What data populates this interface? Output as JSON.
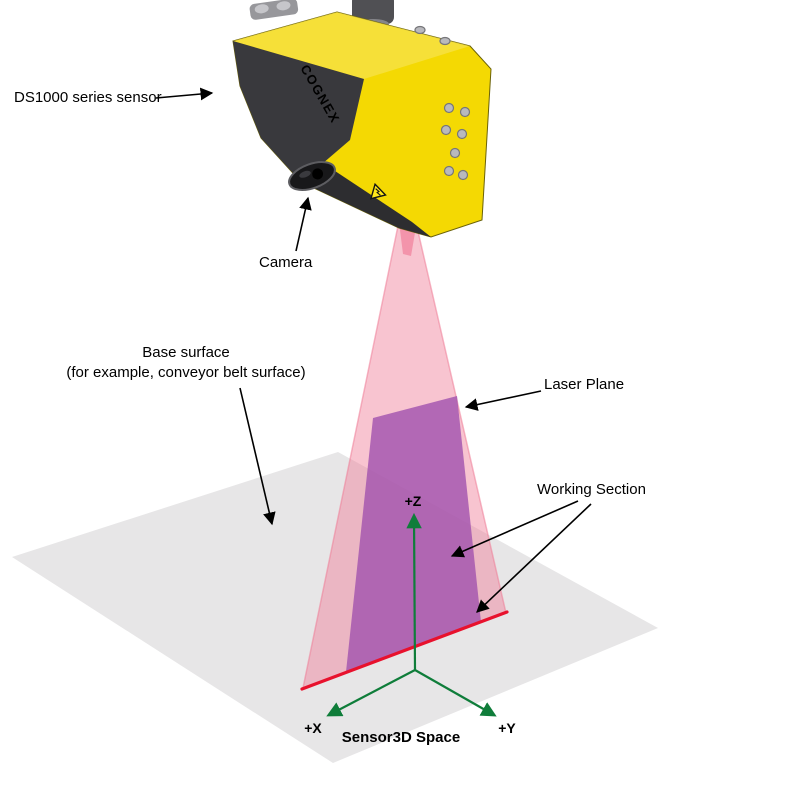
{
  "diagram": {
    "type": "sensor-laser-3d-diagram",
    "brand": "COGNEX",
    "labels": {
      "sensor": "DS1000 series sensor",
      "camera": "Camera",
      "base_surface_line1": "Base surface",
      "base_surface_line2": "(for example, conveyor belt surface)",
      "laser_plane": "Laser Plane",
      "working_section": "Working Section"
    },
    "axes": {
      "z": "+Z",
      "x": "+X",
      "y": "+Y",
      "space": "Sensor3D Space"
    },
    "colors": {
      "sensor_yellow": "#f4d903",
      "sensor_top_highlight": "#f8e354",
      "sensor_dark": "#39393d",
      "sensor_dark_bottom": "#2d2d30",
      "laser_fan": "#f07d96",
      "working_section": "#a254ae",
      "laser_line": "#e8112d",
      "axes_green": "#0f7d3a",
      "base_surface": "#e7e6e7",
      "text": "#000000",
      "brand_text": "#ffffff"
    }
  }
}
